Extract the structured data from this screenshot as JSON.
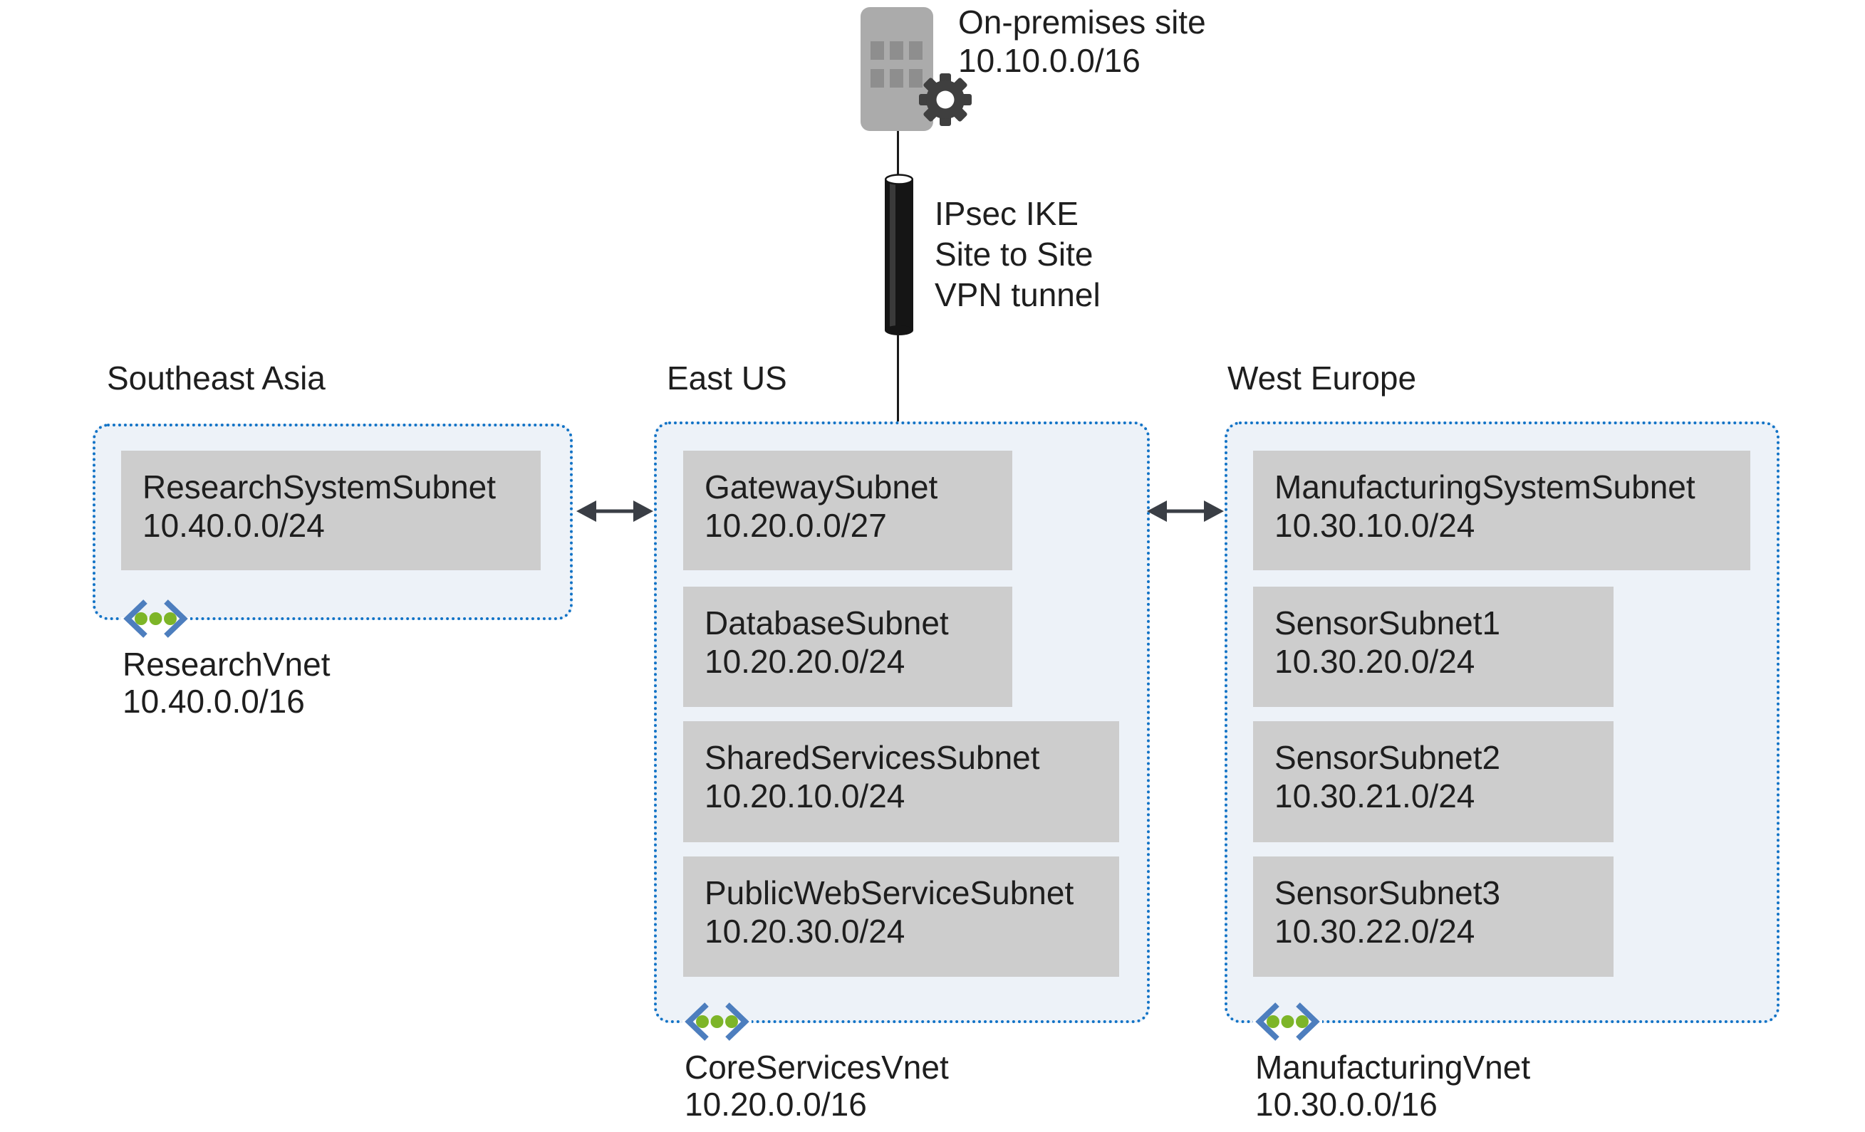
{
  "colors": {
    "canvas-bg": "#ffffff",
    "region-fill": "#edf2f8",
    "region-border": "#1273c6",
    "subnet-fill": "#cdcdcd",
    "text": "#1e1e1e",
    "arrow": "#3a3e45",
    "connector": "#1a1a1a",
    "building-fill": "#ababab",
    "building-window": "#8e8e8e",
    "gear-fill": "#3f3f3f",
    "tunnel-body": "#151515",
    "vnet-bracket": "#4d7ebe",
    "vnet-dot": "#7db528"
  },
  "icons": {
    "building": "building-icon",
    "gear": "gear-icon",
    "vpn_tunnel": "vpn-tunnel-cylinder-icon",
    "virtual_network": "vnet-brackets-dots-icon",
    "peering_arrow": "double-headed-arrow-icon"
  },
  "on_premises": {
    "label": "On-premises site",
    "cidr": "10.10.0.0/16"
  },
  "vpn_tunnel": {
    "lines": [
      "IPsec IKE",
      "Site to Site",
      "VPN tunnel"
    ]
  },
  "regions": [
    {
      "name": "Southeast Asia",
      "vnet_name": "ResearchVnet",
      "vnet_cidr": "10.40.0.0/16",
      "subnets": [
        {
          "name": "ResearchSystemSubnet",
          "cidr": "10.40.0.0/24"
        }
      ]
    },
    {
      "name": "East US",
      "vnet_name": "CoreServicesVnet",
      "vnet_cidr": "10.20.0.0/16",
      "subnets": [
        {
          "name": "GatewaySubnet",
          "cidr": "10.20.0.0/27"
        },
        {
          "name": "DatabaseSubnet",
          "cidr": "10.20.20.0/24"
        },
        {
          "name": "SharedServicesSubnet",
          "cidr": "10.20.10.0/24"
        },
        {
          "name": "PublicWebServiceSubnet",
          "cidr": "10.20.30.0/24"
        }
      ]
    },
    {
      "name": "West Europe",
      "vnet_name": "ManufacturingVnet",
      "vnet_cidr": "10.30.0.0/16",
      "subnets": [
        {
          "name": "ManufacturingSystemSubnet",
          "cidr": "10.30.10.0/24"
        },
        {
          "name": "SensorSubnet1",
          "cidr": "10.30.20.0/24"
        },
        {
          "name": "SensorSubnet2",
          "cidr": "10.30.21.0/24"
        },
        {
          "name": "SensorSubnet3",
          "cidr": "10.30.22.0/24"
        }
      ]
    }
  ]
}
